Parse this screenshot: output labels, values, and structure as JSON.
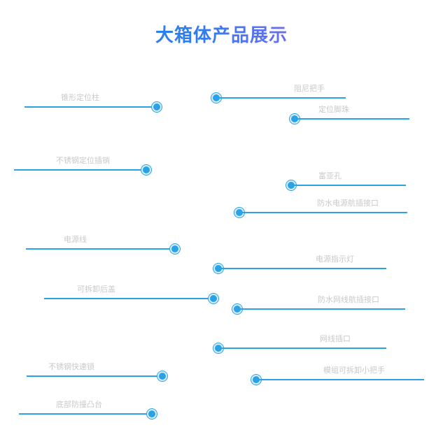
{
  "title": "大箱体产品展示",
  "colors": {
    "accent": "#2aa2e6",
    "label": "#c9c9c9"
  },
  "callouts": [
    {
      "label": "锥形定位柱"
    },
    {
      "label": "阻尼把手"
    },
    {
      "label": "定位脚珠"
    },
    {
      "label": "不锈钢定位插销"
    },
    {
      "label": "富亚孔"
    },
    {
      "label": "防水电源航插接口"
    },
    {
      "label": "电源线"
    },
    {
      "label": "电源指示灯"
    },
    {
      "label": "可拆卸后盖"
    },
    {
      "label": "防水网线航插接口"
    },
    {
      "label": "网线插口"
    },
    {
      "label": "不锈钢快速锁"
    },
    {
      "label": "模组可拆卸小把手"
    },
    {
      "label": "底部防撞凸台"
    }
  ]
}
